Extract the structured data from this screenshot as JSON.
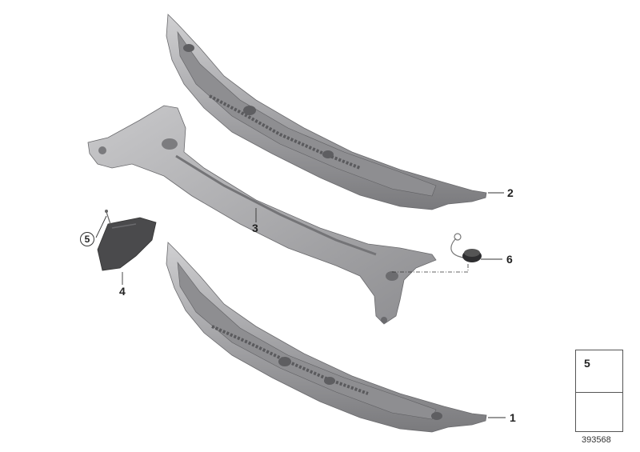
{
  "callouts": {
    "part1": "1",
    "part2": "2",
    "part3": "3",
    "part4": "4",
    "part5": "5",
    "part6": "6"
  },
  "legend": {
    "part_number": "5",
    "icon": "bolt-icon",
    "symbol": "arrow-symbol-icon"
  },
  "diagram_id": "393568",
  "colors": {
    "part_fill": "#a7a7a9",
    "part_shadow": "#6f6f72",
    "part_highlight": "#d3d3d5",
    "dark_part": "#4a4a4c"
  }
}
